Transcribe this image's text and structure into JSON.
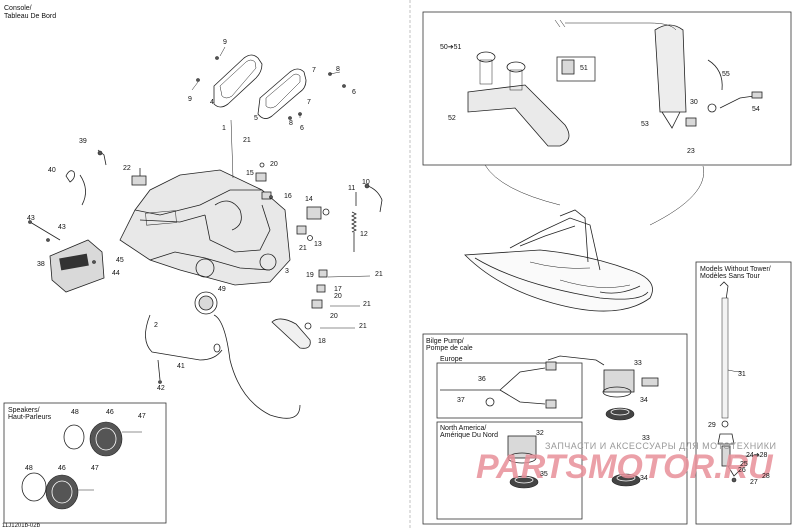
{
  "title": {
    "line1": "Console/",
    "line2": "Tableau De Bord"
  },
  "footer_code": "11J1201b-02b",
  "speakers": {
    "line1": "Speakers/",
    "line2": "Haut-Parleurs"
  },
  "bilge": {
    "line1": "Bilge Pump/",
    "line2": "Pompe de cale",
    "europe": "Europe",
    "na1": "North America/",
    "na2": "Amérique Du Nord"
  },
  "tower": {
    "line1": "Models Without Tower/",
    "line2": "Modèles Sans Tour"
  },
  "watermark": {
    "top": "ЗАПЧАСТИ И АКСЕССУАРЫ ДЛЯ МОТОТЕХНИКИ",
    "brand": "PARTSMOTOR.RU"
  },
  "labels": [
    {
      "id": "c9a",
      "t": "9"
    },
    {
      "id": "c8a",
      "t": "8"
    },
    {
      "id": "c7a",
      "t": "7"
    },
    {
      "id": "c6a",
      "t": "6"
    },
    {
      "id": "c9b",
      "t": "9"
    },
    {
      "id": "c4",
      "t": "4"
    },
    {
      "id": "c5",
      "t": "5"
    },
    {
      "id": "c7b",
      "t": "7"
    },
    {
      "id": "c8b",
      "t": "8"
    },
    {
      "id": "c6b",
      "t": "6"
    },
    {
      "id": "c1",
      "t": "1"
    },
    {
      "id": "c39",
      "t": "39"
    },
    {
      "id": "c40",
      "t": "40"
    },
    {
      "id": "c22",
      "t": "22"
    },
    {
      "id": "c21a",
      "t": "21"
    },
    {
      "id": "c20a",
      "t": "20"
    },
    {
      "id": "c15",
      "t": "15"
    },
    {
      "id": "c16",
      "t": "16"
    },
    {
      "id": "c14",
      "t": "14"
    },
    {
      "id": "c11",
      "t": "11"
    },
    {
      "id": "c10",
      "t": "10"
    },
    {
      "id": "c43a",
      "t": "43"
    },
    {
      "id": "c43b",
      "t": "43"
    },
    {
      "id": "c45",
      "t": "45"
    },
    {
      "id": "c44",
      "t": "44"
    },
    {
      "id": "c38",
      "t": "38"
    },
    {
      "id": "c13",
      "t": "13"
    },
    {
      "id": "c21b",
      "t": "21"
    },
    {
      "id": "c12",
      "t": "12"
    },
    {
      "id": "c3",
      "t": "3"
    },
    {
      "id": "c19",
      "t": "19"
    },
    {
      "id": "c21c",
      "t": "21"
    },
    {
      "id": "c17",
      "t": "17"
    },
    {
      "id": "c49",
      "t": "49"
    },
    {
      "id": "c20b",
      "t": "20"
    },
    {
      "id": "c21d",
      "t": "21"
    },
    {
      "id": "c2",
      "t": "2"
    },
    {
      "id": "c20c",
      "t": "20"
    },
    {
      "id": "c21e",
      "t": "21"
    },
    {
      "id": "c18",
      "t": "18"
    },
    {
      "id": "c41",
      "t": "41"
    },
    {
      "id": "c42",
      "t": "42"
    },
    {
      "id": "s48a",
      "t": "48"
    },
    {
      "id": "s46a",
      "t": "46"
    },
    {
      "id": "s47a",
      "t": "47"
    },
    {
      "id": "s48b",
      "t": "48"
    },
    {
      "id": "s46b",
      "t": "46"
    },
    {
      "id": "s47b",
      "t": "47"
    },
    {
      "id": "r5051",
      "t": "50➔51"
    },
    {
      "id": "r51",
      "t": "51"
    },
    {
      "id": "r52",
      "t": "52"
    },
    {
      "id": "r55",
      "t": "55"
    },
    {
      "id": "r30",
      "t": "30"
    },
    {
      "id": "r54",
      "t": "54"
    },
    {
      "id": "r53",
      "t": "53"
    },
    {
      "id": "r23",
      "t": "23"
    },
    {
      "id": "b33a",
      "t": "33"
    },
    {
      "id": "b36",
      "t": "36"
    },
    {
      "id": "b37",
      "t": "37"
    },
    {
      "id": "b34a",
      "t": "34"
    },
    {
      "id": "b32",
      "t": "32"
    },
    {
      "id": "b33b",
      "t": "33"
    },
    {
      "id": "b35",
      "t": "35"
    },
    {
      "id": "b34b",
      "t": "34"
    },
    {
      "id": "t31",
      "t": "31"
    },
    {
      "id": "t29",
      "t": "29"
    },
    {
      "id": "t2428",
      "t": "24➔28"
    },
    {
      "id": "t25",
      "t": "25"
    },
    {
      "id": "t26",
      "t": "26"
    },
    {
      "id": "t27",
      "t": "27"
    },
    {
      "id": "t28",
      "t": "28"
    }
  ]
}
